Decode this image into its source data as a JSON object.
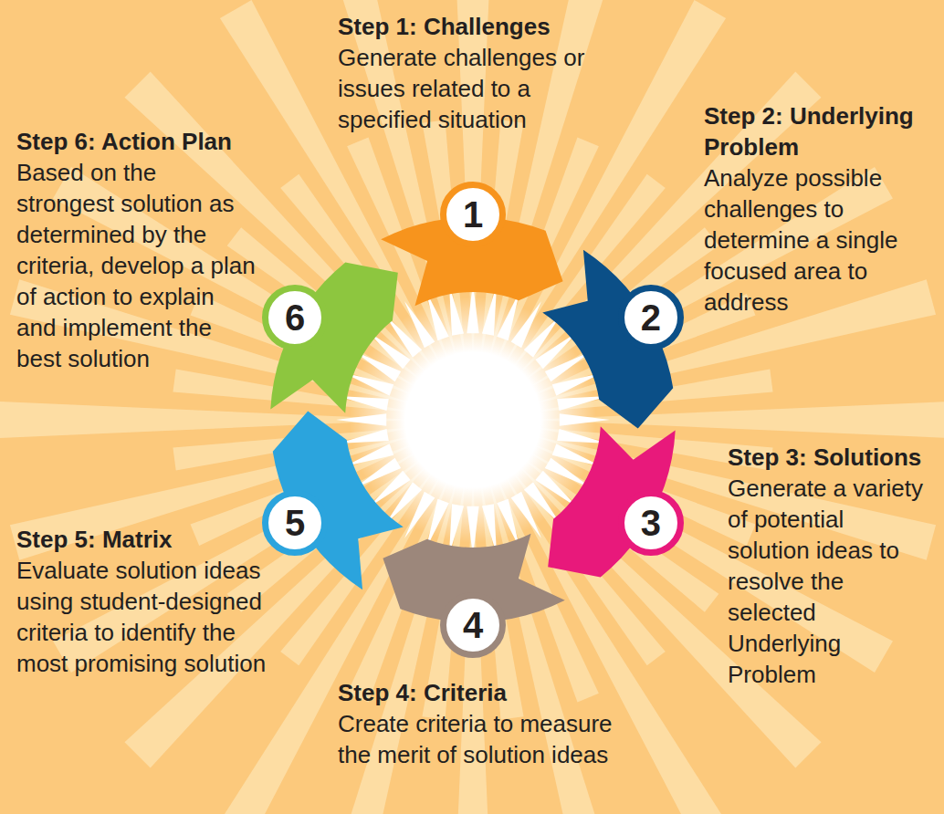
{
  "diagram": {
    "nodes": [
      {
        "text": [
          "1",
          "Step 1: Challenges",
          "Generate challenges or issues related to a specified situation"
        ]
      },
      {
        "text": [
          "2",
          "Step 2: Underlying Problem",
          "Analyze possible challenges to determine a single focused area to address"
        ]
      },
      {
        "text": [
          "3",
          "Step 3: Solutions",
          "Generate a variety of potential solution ideas to resolve the selected Underlying Problem"
        ]
      },
      {
        "text": [
          "4",
          "Step 4: Criteria",
          "Create criteria to measure the merit of solution ideas"
        ]
      },
      {
        "text": [
          "5",
          "Step 5: Matrix",
          "Evaluate solution ideas using student-designed criteria to identify the most promising solution"
        ]
      },
      {
        "text": [
          "6",
          "Step 6: Action Plan",
          "Based on the strongest solution as determined by the criteria, develop a plan of action to explain and implement the best solution"
        ]
      }
    ]
  }
}
